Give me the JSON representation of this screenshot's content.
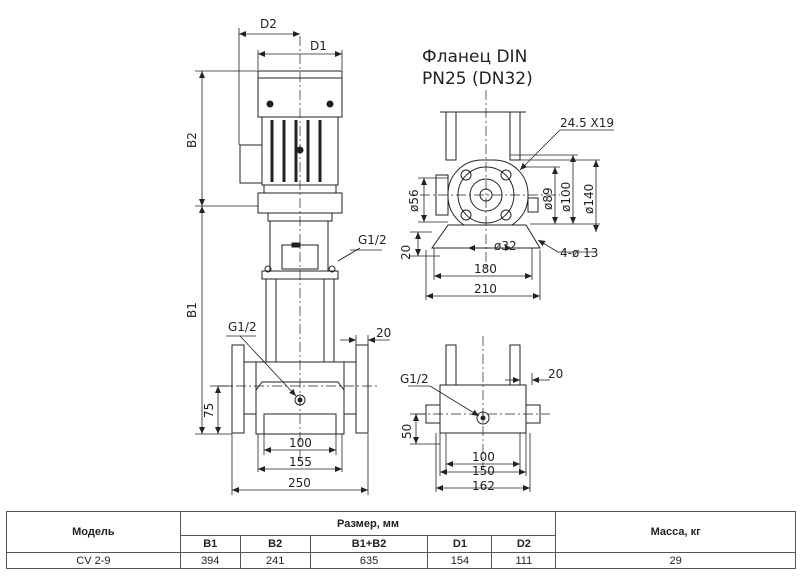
{
  "flange": {
    "line1": "Фланец DIN",
    "line2": "PN25 (DN32)"
  },
  "dims": {
    "d2": "D2",
    "d1": "D1",
    "b1": "B1",
    "b2": "B2",
    "g12": "G1/2",
    "w20": "20",
    "h75": "75",
    "w100": "100",
    "w155": "155",
    "w250": "250",
    "bolt": "24.5 X19",
    "dia56": "ø56",
    "dia89": "ø89",
    "dia100": "ø100",
    "dia140": "ø140",
    "dia32": "ø32",
    "holes": "4-ø 13",
    "h20": "20",
    "w180": "180",
    "w210": "210",
    "h50": "50",
    "w150": "150",
    "w162": "162"
  },
  "table": {
    "col_model": "Модель",
    "col_size": "Размер, мм",
    "col_mass": "Масса, кг",
    "sub": [
      "B1",
      "B2",
      "B1+B2",
      "D1",
      "D2"
    ],
    "rows": [
      {
        "model": "CV 2-9",
        "b1": "394",
        "b2": "241",
        "b1b2": "635",
        "d1": "154",
        "d2": "111",
        "mass": "29"
      }
    ]
  }
}
